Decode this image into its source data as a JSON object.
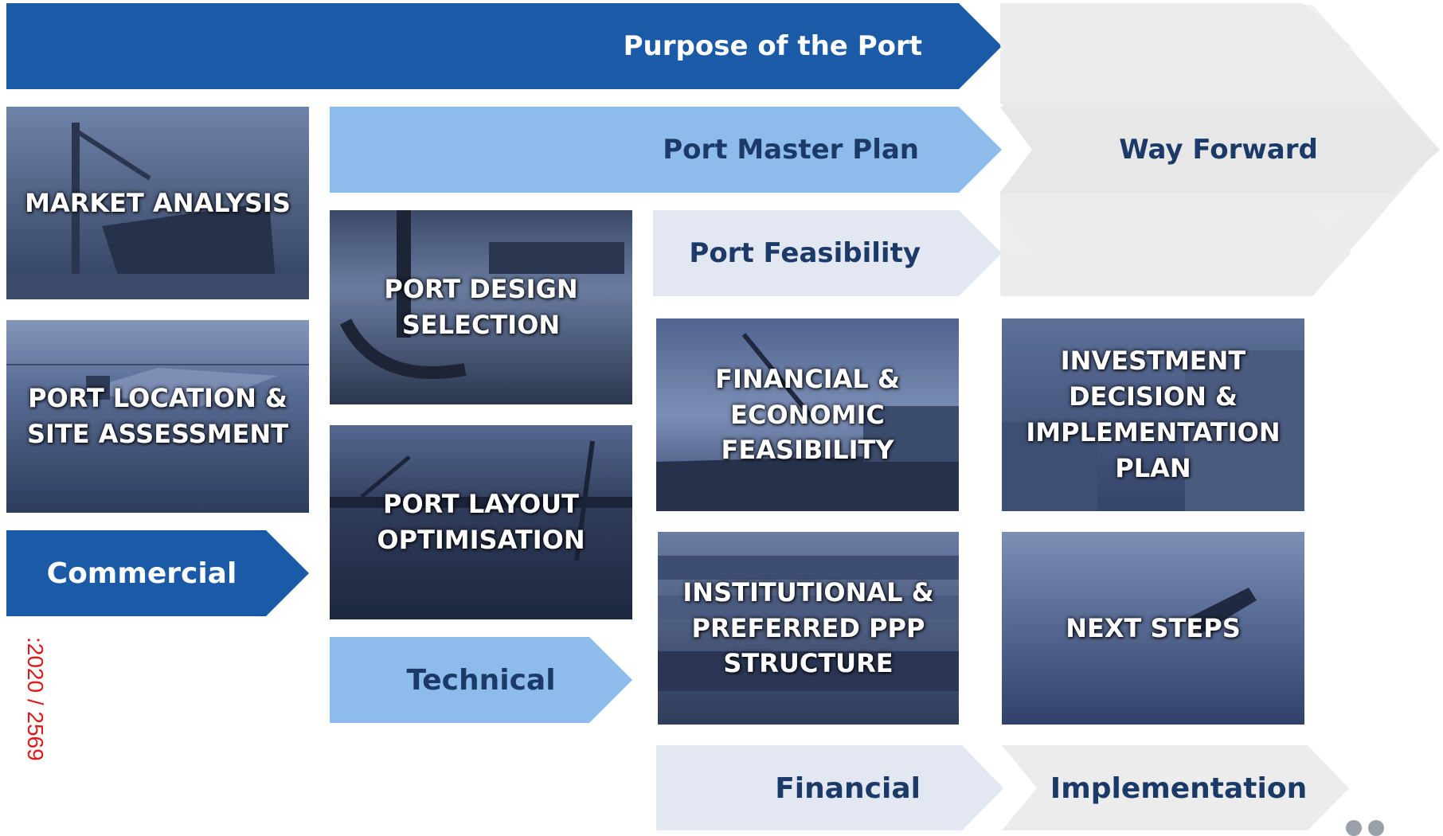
{
  "colors": {
    "dark_blue": "#1b5aa6",
    "light_blue": "#8dbbeb",
    "pale_blue": "#e2e7f1",
    "grey": "#ececec",
    "text_dark": "#1b3a68",
    "tile_blue": "#4d648f"
  },
  "arrows": {
    "purpose": "Purpose of the Port",
    "master_plan": "Port Master Plan",
    "way_forward": "Way Forward",
    "feasibility": "Port Feasibility",
    "commercial": "Commercial",
    "technical": "Technical",
    "financial": "Financial",
    "implementation": "Implementation"
  },
  "tiles": {
    "market_analysis": "MARKET ANALYSIS",
    "port_location": "PORT LOCATION &\nSITE ASSESSMENT",
    "port_design": "PORT DESIGN\nSELECTION",
    "port_layout": "PORT LAYOUT\nOPTIMISATION",
    "financial_economic": "FINANCIAL &\nECONOMIC\nFEASIBILITY",
    "institutional": "INSTITUTIONAL &\nPREFERRED PPP\nSTRUCTURE",
    "investment": "INVESTMENT\nDECISION &\nIMPLEMENTATION\nPLAN",
    "next_steps": "NEXT STEPS"
  },
  "side_code": ":2020 / 2569"
}
